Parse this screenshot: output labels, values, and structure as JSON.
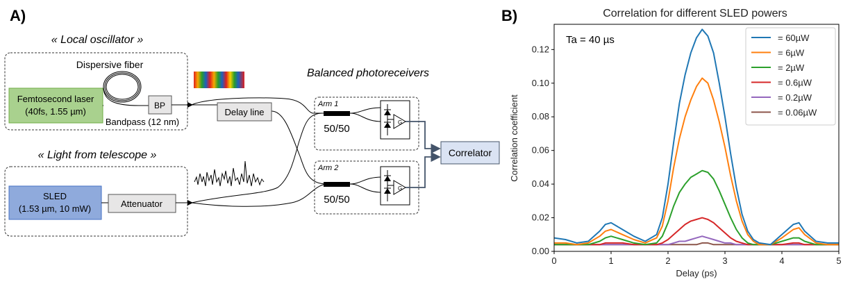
{
  "panel_a": {
    "label": "A)",
    "local_oscillator_title": "« Local oscillator »",
    "dispersive_fiber": "Dispersive fiber",
    "laser_line1": "Femtosecond laser",
    "laser_line2": "(40fs, 1.55 µm)",
    "bp": "BP",
    "bandpass": "Bandpass (12 nm)",
    "delay_line": "Delay line",
    "telescope_title": "« Light from telescope »",
    "sled_line1": "SLED",
    "sled_line2": "(1.53 µm, 10 mW)",
    "attenuator": "Attenuator",
    "balanced_title": "Balanced photoreceivers",
    "arm1": "Arm 1",
    "arm2": "Arm 2",
    "coupler1": "50/50",
    "coupler2": "50/50",
    "correlator": "Correlator",
    "amp_gain": "G",
    "colors": {
      "laser_fill": "#a9d18e",
      "laser_stroke": "#70ad47",
      "sled_fill": "#8faadc",
      "sled_stroke": "#4472c4",
      "gray_box": "#e7e6e6",
      "correlator_fill": "#dae3f3",
      "signal_line": "#44546a"
    }
  },
  "panel_b": {
    "label": "B)",
    "annotation": "Ta = 40 µs"
  },
  "chart_data": {
    "type": "line",
    "title": "Correlation for different SLED powers",
    "xlabel": "Delay (ps)",
    "ylabel": "Correlation coefficient",
    "xlim": [
      0,
      5
    ],
    "ylim": [
      0,
      0.135
    ],
    "xticks": [
      0,
      1,
      2,
      3,
      4,
      5
    ],
    "yticks": [
      0.0,
      0.02,
      0.04,
      0.06,
      0.08,
      0.1,
      0.12
    ],
    "ytick_labels": [
      "0.00",
      "0.02",
      "0.04",
      "0.06",
      "0.08",
      "0.10",
      "0.12"
    ],
    "grid": false,
    "legend_position": "top-right",
    "x": [
      0,
      0.2,
      0.4,
      0.6,
      0.8,
      0.9,
      1.0,
      1.2,
      1.4,
      1.6,
      1.8,
      1.9,
      2.0,
      2.1,
      2.2,
      2.3,
      2.4,
      2.5,
      2.6,
      2.7,
      2.8,
      2.9,
      3.0,
      3.1,
      3.2,
      3.3,
      3.4,
      3.5,
      3.6,
      3.8,
      4.0,
      4.2,
      4.3,
      4.4,
      4.6,
      4.8,
      5.0
    ],
    "series": [
      {
        "name": "= 60µW",
        "color": "#1f77b4",
        "values": [
          0.008,
          0.007,
          0.005,
          0.006,
          0.012,
          0.016,
          0.017,
          0.013,
          0.009,
          0.006,
          0.01,
          0.02,
          0.04,
          0.065,
          0.088,
          0.105,
          0.118,
          0.127,
          0.132,
          0.128,
          0.118,
          0.1,
          0.08,
          0.058,
          0.038,
          0.022,
          0.012,
          0.007,
          0.005,
          0.004,
          0.01,
          0.016,
          0.017,
          0.012,
          0.006,
          0.005,
          0.005
        ]
      },
      {
        "name": "= 6µW",
        "color": "#ff7f0e",
        "values": [
          0.005,
          0.005,
          0.004,
          0.005,
          0.009,
          0.012,
          0.013,
          0.01,
          0.007,
          0.005,
          0.008,
          0.015,
          0.03,
          0.05,
          0.067,
          0.08,
          0.09,
          0.098,
          0.103,
          0.1,
          0.09,
          0.077,
          0.062,
          0.045,
          0.03,
          0.018,
          0.01,
          0.006,
          0.004,
          0.004,
          0.008,
          0.013,
          0.014,
          0.01,
          0.005,
          0.004,
          0.004
        ]
      },
      {
        "name": "= 2µW",
        "color": "#2ca02c",
        "values": [
          0.004,
          0.004,
          0.004,
          0.004,
          0.006,
          0.008,
          0.009,
          0.007,
          0.005,
          0.004,
          0.005,
          0.009,
          0.017,
          0.027,
          0.035,
          0.04,
          0.044,
          0.046,
          0.048,
          0.047,
          0.043,
          0.036,
          0.028,
          0.02,
          0.013,
          0.008,
          0.005,
          0.004,
          0.004,
          0.004,
          0.006,
          0.008,
          0.008,
          0.006,
          0.004,
          0.004,
          0.004
        ]
      },
      {
        "name": "= 0.6µW",
        "color": "#d62728",
        "values": [
          0.004,
          0.004,
          0.004,
          0.004,
          0.004,
          0.005,
          0.005,
          0.005,
          0.004,
          0.004,
          0.004,
          0.005,
          0.007,
          0.01,
          0.013,
          0.016,
          0.018,
          0.019,
          0.02,
          0.019,
          0.017,
          0.014,
          0.011,
          0.008,
          0.006,
          0.005,
          0.004,
          0.004,
          0.004,
          0.004,
          0.004,
          0.005,
          0.005,
          0.004,
          0.004,
          0.004,
          0.004
        ]
      },
      {
        "name": "= 0.2µW",
        "color": "#9467bd",
        "values": [
          0.004,
          0.004,
          0.004,
          0.004,
          0.004,
          0.004,
          0.004,
          0.004,
          0.004,
          0.004,
          0.004,
          0.004,
          0.004,
          0.005,
          0.006,
          0.006,
          0.007,
          0.008,
          0.009,
          0.008,
          0.007,
          0.006,
          0.005,
          0.005,
          0.004,
          0.004,
          0.004,
          0.004,
          0.004,
          0.004,
          0.004,
          0.004,
          0.004,
          0.004,
          0.004,
          0.004,
          0.004
        ]
      },
      {
        "name": "= 0.06µW",
        "color": "#8c564b",
        "values": [
          0.004,
          0.004,
          0.004,
          0.004,
          0.004,
          0.004,
          0.004,
          0.004,
          0.004,
          0.004,
          0.004,
          0.004,
          0.004,
          0.004,
          0.004,
          0.004,
          0.004,
          0.004,
          0.005,
          0.005,
          0.004,
          0.004,
          0.004,
          0.004,
          0.004,
          0.004,
          0.004,
          0.004,
          0.004,
          0.004,
          0.004,
          0.004,
          0.004,
          0.004,
          0.004,
          0.004,
          0.004
        ]
      }
    ]
  }
}
